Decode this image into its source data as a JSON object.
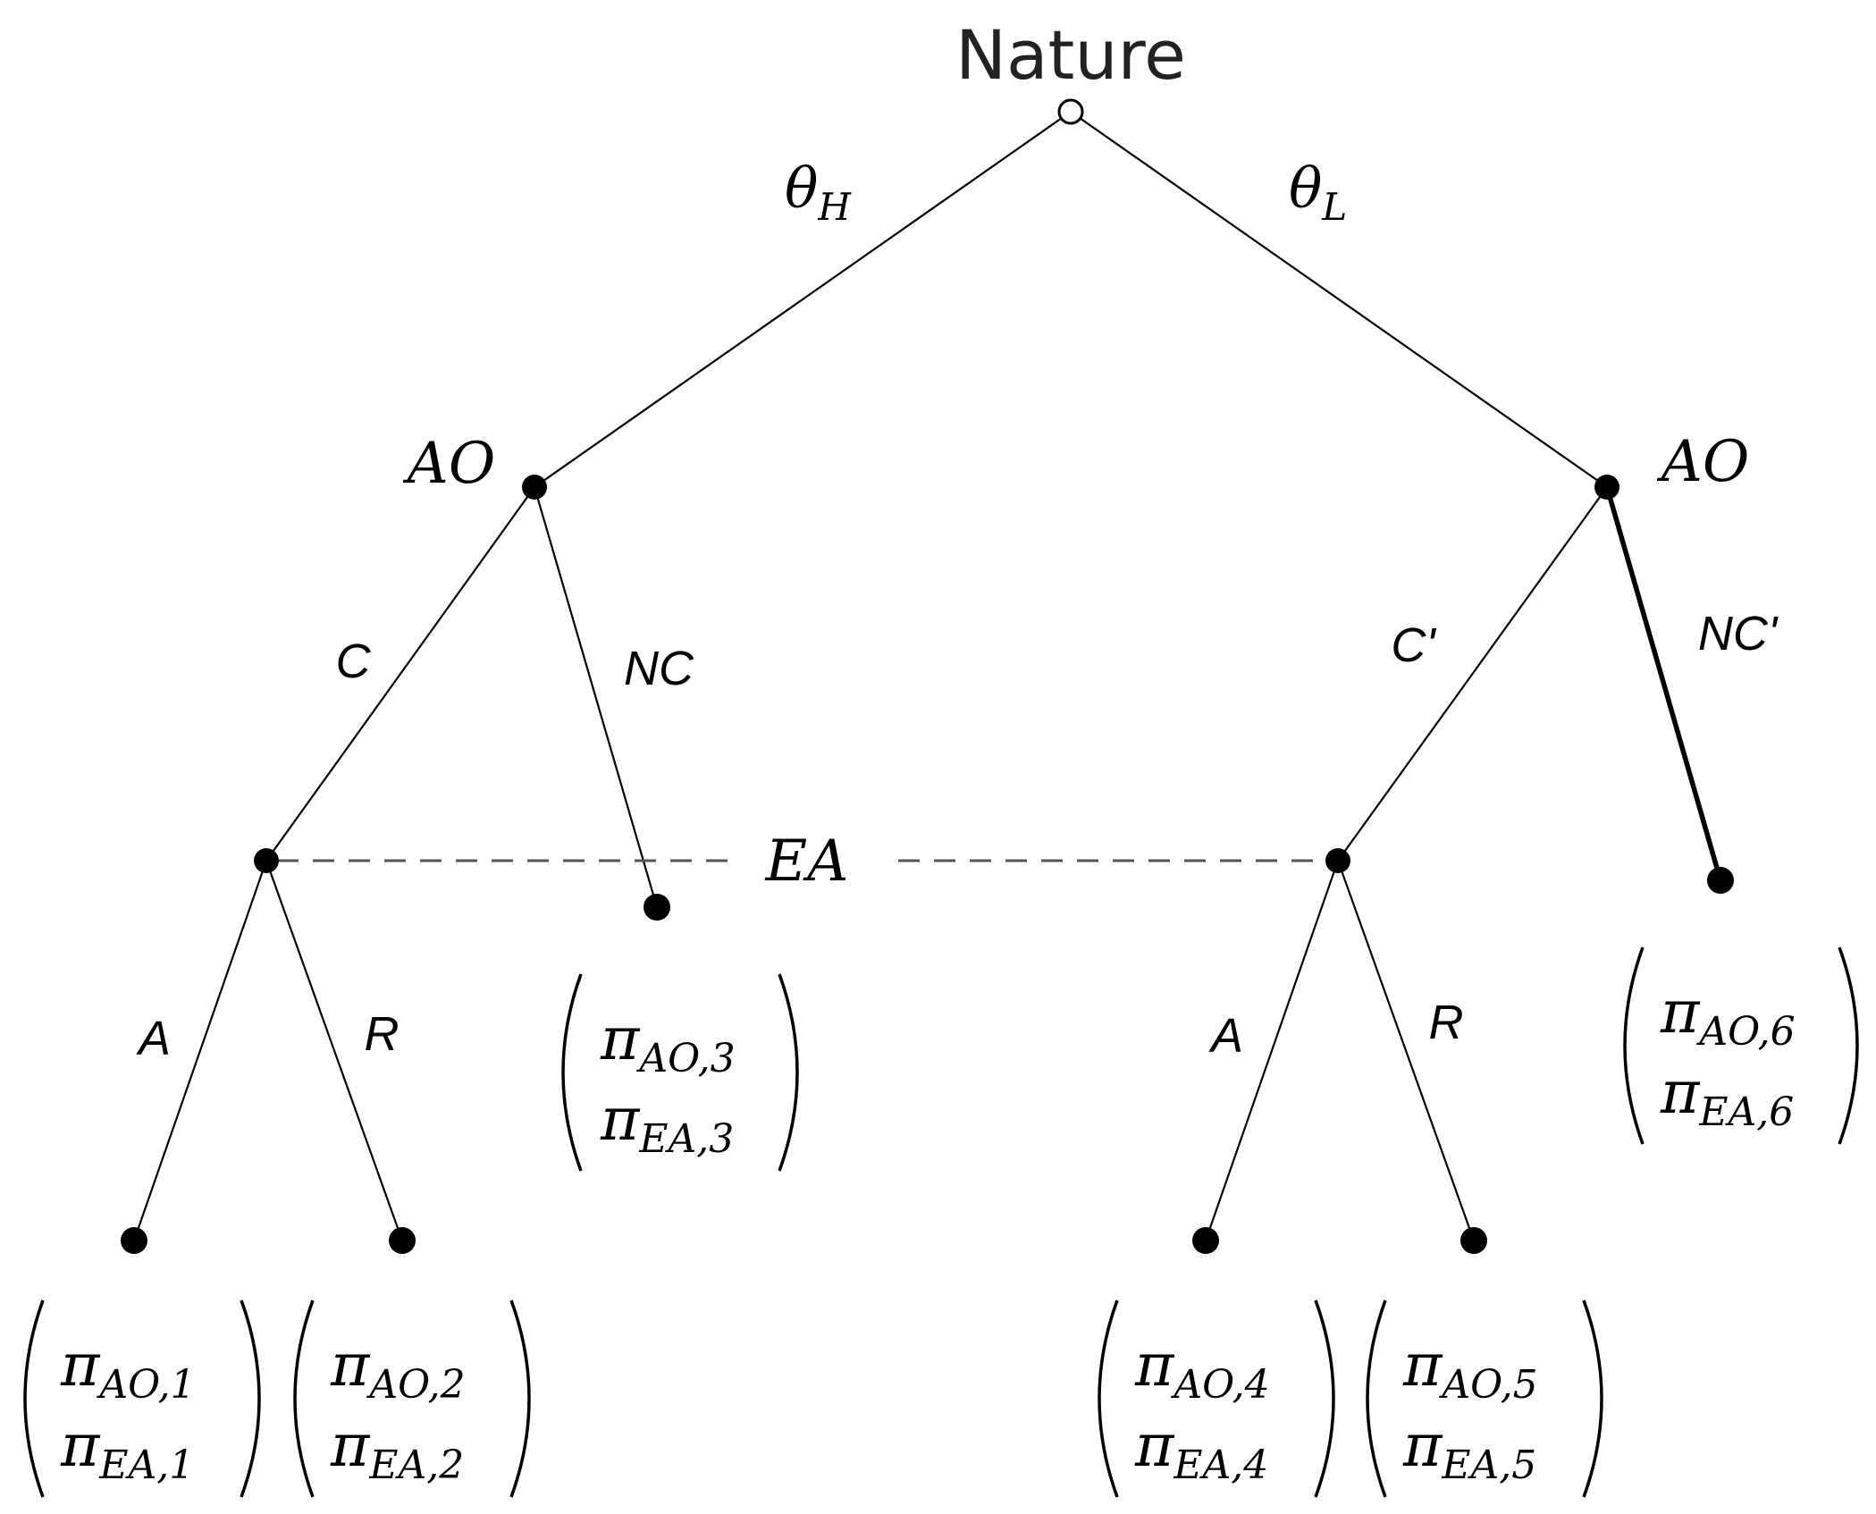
{
  "root_label": "Nature",
  "nature_moves": {
    "left": {
      "symbol": "θ",
      "sub": "H"
    },
    "right": {
      "symbol": "θ",
      "sub": "L"
    }
  },
  "players": {
    "ao_left": "AO",
    "ao_right": "AO",
    "ea_info_set": "EA"
  },
  "moves": {
    "c": "C",
    "nc": "NC",
    "c_prime": "C'",
    "nc_prime": "NC'",
    "a_left": "A",
    "r_left": "R",
    "a_right": "A",
    "r_right": "R"
  },
  "payoffs": [
    {
      "top": {
        "symbol": "π",
        "sub": "AO,1"
      },
      "bottom": {
        "symbol": "π",
        "sub": "EA,1"
      }
    },
    {
      "top": {
        "symbol": "π",
        "sub": "AO,2"
      },
      "bottom": {
        "symbol": "π",
        "sub": "EA,2"
      }
    },
    {
      "top": {
        "symbol": "π",
        "sub": "AO,3"
      },
      "bottom": {
        "symbol": "π",
        "sub": "EA,3"
      }
    },
    {
      "top": {
        "symbol": "π",
        "sub": "AO,4"
      },
      "bottom": {
        "symbol": "π",
        "sub": "EA,4"
      }
    },
    {
      "top": {
        "symbol": "π",
        "sub": "AO,5"
      },
      "bottom": {
        "symbol": "π",
        "sub": "EA,5"
      }
    },
    {
      "top": {
        "symbol": "π",
        "sub": "AO,6"
      },
      "bottom": {
        "symbol": "π",
        "sub": "EA,6"
      }
    }
  ]
}
